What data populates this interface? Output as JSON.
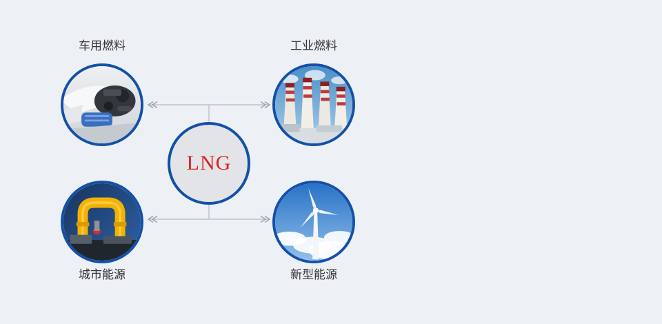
{
  "page": {
    "background_color": "#edf0f5"
  },
  "diagram": {
    "center": {
      "label": "LNG",
      "text_color": "#d9231f",
      "fill_color": "#e3e4e7",
      "border_color": "#1450a8"
    },
    "nodes": [
      {
        "id": "vehicle-fuel",
        "label": "车用燃料",
        "label_position": "top",
        "icon": "car-engine-icon"
      },
      {
        "id": "industrial-fuel",
        "label": "工业燃料",
        "label_position": "top",
        "icon": "factory-chimneys-icon"
      },
      {
        "id": "city-energy",
        "label": "城市能源",
        "label_position": "bottom",
        "icon": "gas-pipeline-icon"
      },
      {
        "id": "new-energy",
        "label": "新型能源",
        "label_position": "bottom",
        "icon": "wind-turbine-icon"
      }
    ],
    "connectors": {
      "style": "double-headed-arrow",
      "color": "#a9adb3"
    }
  }
}
